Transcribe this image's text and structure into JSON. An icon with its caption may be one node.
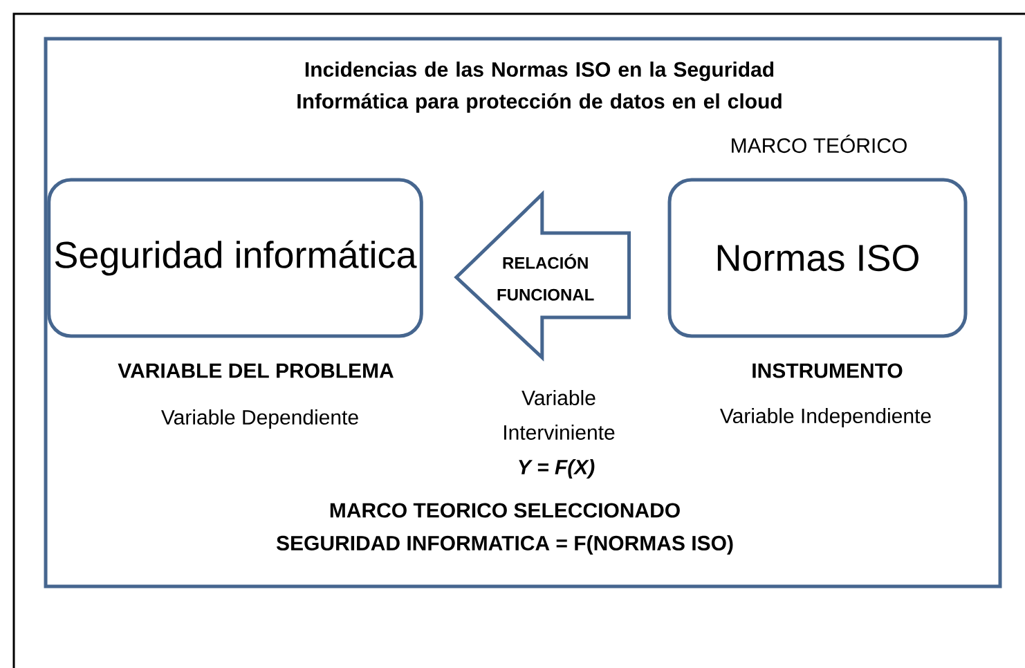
{
  "diagram": {
    "title": "Incidencias de las Normas ISO en la Seguridad Informática para protección de datos en el cloud",
    "nodes": [
      {
        "text": [
          "Seguridad informática"
        ],
        "beside": [
          "VARIABLE DEL PROBLEMA",
          "Variable Dependiente"
        ]
      },
      {
        "text": [
          "Normas ISO"
        ],
        "beside": [
          "MARCO TEÓRICO",
          "INSTRUMENTO",
          "Variable Independiente"
        ]
      }
    ],
    "edges": [
      {
        "from": 1,
        "to": 0,
        "arrow": "to",
        "label": "RELACIÓN FUNCIONAL",
        "style": "thick"
      }
    ],
    "labels": [
      "Variable Interviniente",
      "Y = F(X)",
      "MARCO TEORICO SELECCIONADO",
      "SEGURIDAD INFORMATICA = F(NORMAS ISO)"
    ]
  }
}
